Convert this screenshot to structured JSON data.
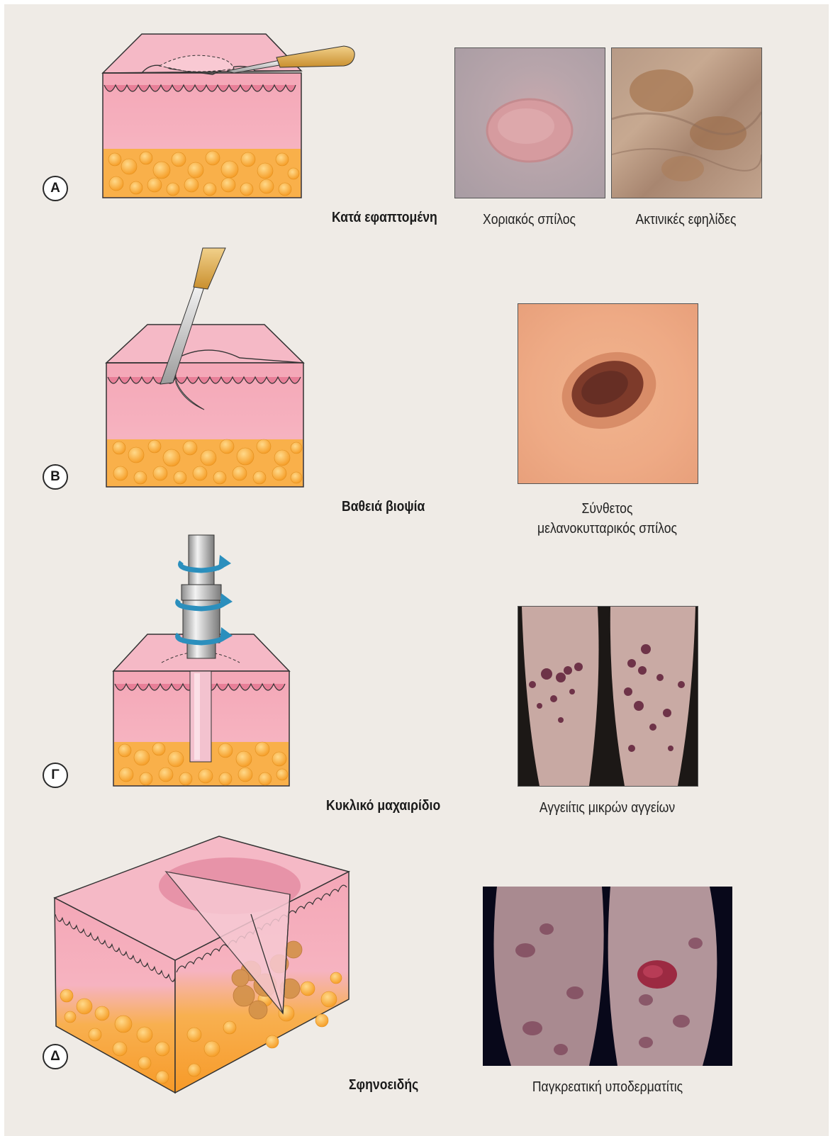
{
  "techniques": [
    {
      "letter": "Α",
      "method": "Κατά εφαπτομένη",
      "captions": [
        "Χοριακός σπίλος",
        "Ακτινικές εφηλίδες"
      ]
    },
    {
      "letter": "Β",
      "method": "Βαθειά βιοψία",
      "captions": [
        "Σύνθετος\nμελανοκυτταρικός σπίλος"
      ]
    },
    {
      "letter": "Γ",
      "method": "Κυκλικό μαχαιρίδιο",
      "captions": [
        "Αγγειίτις μικρών αγγείων"
      ]
    },
    {
      "letter": "Δ",
      "method": "Σφηνοειδής",
      "captions": [
        "Παγκρεατική υποδερματίτις"
      ]
    }
  ],
  "icons": [
    "scalpel-icon",
    "punch-tool-icon",
    "rotation-arrow-icon"
  ],
  "colors": {
    "background": "#efebe6",
    "epidermis": "#f2a8b8",
    "dermis": "#f5b4c0",
    "fat": "#f7a93a",
    "arrow": "#2b8fbd"
  }
}
